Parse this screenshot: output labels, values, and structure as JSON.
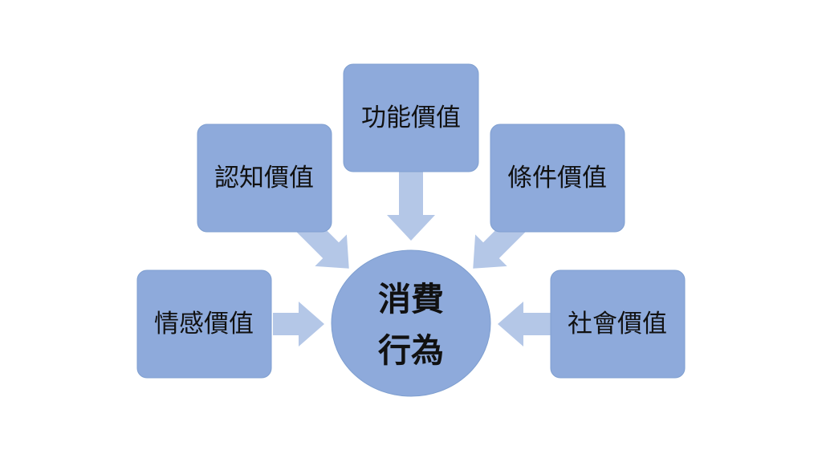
{
  "diagram": {
    "center": {
      "line1": "消費",
      "line2": "行為"
    },
    "nodes": {
      "functional": "功能價值",
      "cognitive": "認知價值",
      "conditional": "條件價值",
      "emotional": "情感價值",
      "social": "社會價值"
    }
  },
  "colors": {
    "node_fill": "#8eaadb",
    "arrow_fill": "#b4c7e7",
    "text": "#111111"
  }
}
